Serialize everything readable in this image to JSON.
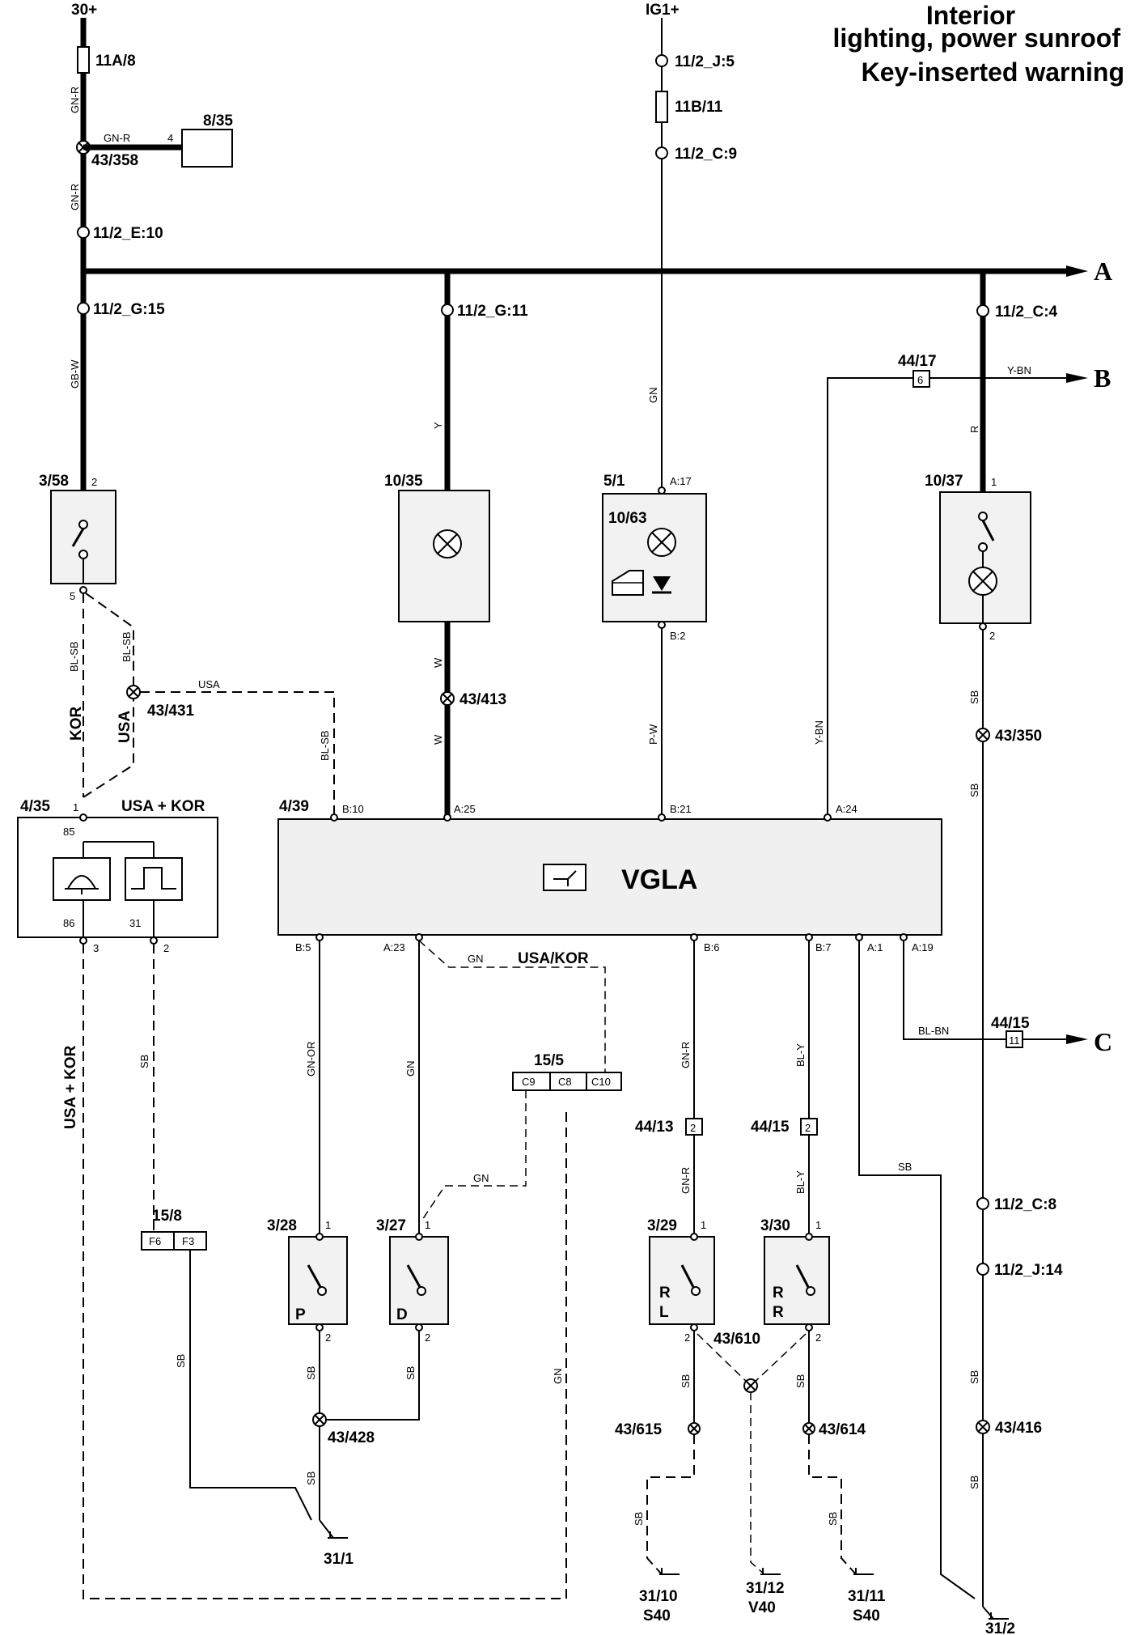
{
  "title": {
    "line1": "Interior",
    "line2": "lighting, power sunroof",
    "line3": "Key-inserted warning"
  },
  "supplies": {
    "b30": "30+",
    "ig1": "IG1+"
  },
  "outputs": {
    "a": "A",
    "b": "B",
    "c": "C"
  },
  "connectors": {
    "c11a8": "11A/8",
    "c11b11": "11B/11",
    "c11_2_j5": "11/2_J:5",
    "c11_2_c9": "11/2_C:9",
    "c8_35": "8/35",
    "c43_358": "43/358",
    "c11_2_e10": "11/2_E:10",
    "c11_2_g15": "11/2_G:15",
    "c11_2_g11": "11/2_G:11",
    "c11_2_c4": "11/2_C:4",
    "c44_17": "44/17",
    "c44_17_pin": "6",
    "c3_58": "3/58",
    "c10_35": "10/35",
    "c5_1": "5/1",
    "c10_63": "10/63",
    "c10_37": "10/37",
    "c43_413": "43/413",
    "c43_431": "43/431",
    "c43_350": "43/350",
    "c4_35": "4/35",
    "c4_39": "4/39",
    "vgla": "VGLA",
    "c15_5": "15/5",
    "c15_5_c9": "C9",
    "c15_5_c8": "C8",
    "c15_5_c10": "C10",
    "c44_15a": "44/15",
    "c44_15a_pin": "11",
    "c44_13": "44/13",
    "c44_13_pin": "2",
    "c44_15b": "44/15",
    "c44_15b_pin": "2",
    "c15_8": "15/8",
    "c15_8_f6": "F6",
    "c15_8_f3": "F3",
    "c3_28": "3/28",
    "c3_27": "3/27",
    "c3_29": "3/29",
    "c3_30": "3/30",
    "c11_2_c8": "11/2_C:8",
    "c11_2_j14": "11/2_J:14",
    "c43_428": "43/428",
    "c43_610": "43/610",
    "c43_615": "43/615",
    "c43_614": "43/614",
    "c43_416": "43/416",
    "g31_1": "31/1",
    "g31_10": "31/10",
    "g31_10_sub": "S40",
    "g31_12": "31/12",
    "g31_12_sub": "V40",
    "g31_11": "31/11",
    "g31_11_sub": "S40",
    "g31_2": "31/2"
  },
  "switch_letters": {
    "p": "P",
    "d": "D",
    "rl1": "R",
    "rl2": "L",
    "rr1": "R",
    "rr2": "R"
  },
  "pins": {
    "p3_58_top": "2",
    "p3_58_bot": "5",
    "p4_35_1": "1",
    "p4_35_85": "85",
    "p4_35_86": "86",
    "p4_35_31": "31",
    "p4_35_3": "3",
    "p4_35_2": "2",
    "pB10": "B:10",
    "pA25": "A:25",
    "pB21": "B:21",
    "pA24": "A:24",
    "pB5": "B:5",
    "pA23": "A:23",
    "pB6": "B:6",
    "pB7": "B:7",
    "pA1": "A:1",
    "pA19": "A:19",
    "pA17": "A:17",
    "pB2": "B:2",
    "p10_37_1": "1",
    "p10_37_2": "2",
    "p3_28_1": "1",
    "p3_28_2": "2",
    "p3_27_1": "1",
    "p3_27_2": "2",
    "p3_29_1": "1",
    "p3_29_2": "2",
    "p3_30_1": "1",
    "p3_30_2": "2",
    "p8_35_4": "4"
  },
  "wires": {
    "gn_r": "GN-R",
    "gn_r2": "GN-R",
    "gn_r3": "GN-R",
    "gb_w": "GB-W",
    "y": "Y",
    "w1": "W",
    "w2": "W",
    "gn1": "GN",
    "gn2": "GN",
    "gn3": "GN",
    "gn4": "GN",
    "gn5": "GN",
    "r": "R",
    "y_bn1": "Y-BN",
    "y_bn2": "Y-BN",
    "sb1": "SB",
    "sb2": "SB",
    "sb3": "SB",
    "sb4": "SB",
    "sb5": "SB",
    "sb6": "SB",
    "sb7": "SB",
    "sb8": "SB",
    "sb9": "SB",
    "sb10": "SB",
    "sb11": "SB",
    "sb12": "SB",
    "sb13": "SB",
    "sb14": "SB",
    "bl_sb1": "BL-SB",
    "bl_sb2": "BL-SB",
    "bl_sb3": "BL-SB",
    "p_w": "P-W",
    "gn_or": "GN-OR",
    "gn_r_a": "GN-R",
    "gn_r_b": "GN-R",
    "bl_y1": "BL-Y",
    "bl_y2": "BL-Y",
    "bl_bn": "BL-BN",
    "kor": "KOR",
    "usa1": "USA",
    "usa2": "USA",
    "usa_kor": "USA + KOR",
    "usa_kor_box": "USA + KOR",
    "usa_slash_kor": "USA/KOR"
  }
}
